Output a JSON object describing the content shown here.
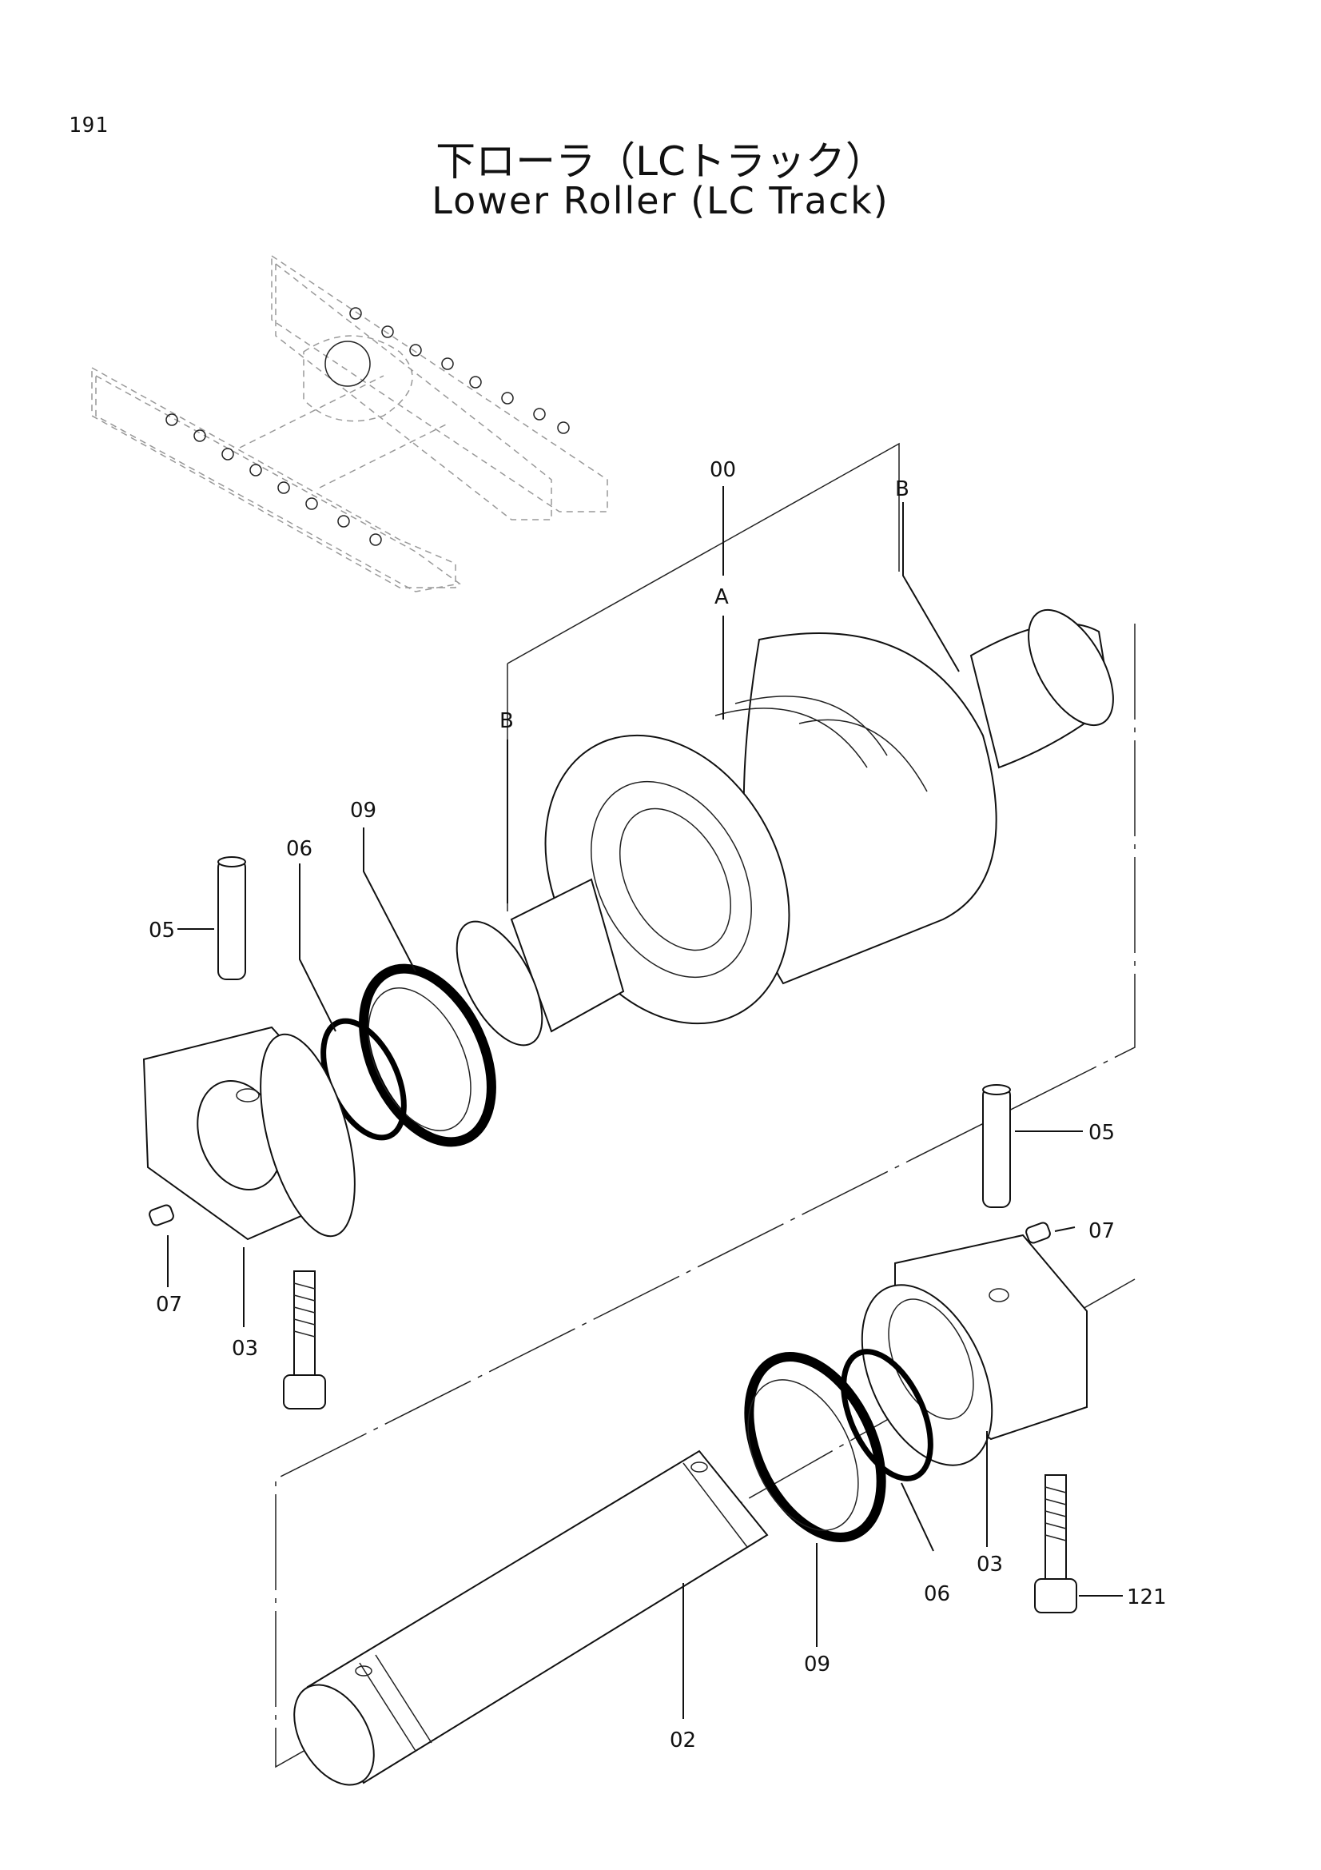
{
  "page": {
    "number": "191",
    "title_jp": "下ローラ（LCトラック）",
    "title_en": "Lower Roller (LC Track)"
  },
  "callouts": {
    "c00": "00",
    "cA": "A",
    "cB_top": "B",
    "cB_left": "B",
    "c09_top": "09",
    "c06_top": "06",
    "c05_left": "05",
    "c07_left": "07",
    "c03_left": "03",
    "c05_right": "05",
    "c07_right": "07",
    "c03_right": "03",
    "c06_bottom": "06",
    "c09_bottom": "09",
    "c02": "02",
    "c121": "121"
  },
  "colors": {
    "line": "#111111",
    "background": "#ffffff"
  }
}
